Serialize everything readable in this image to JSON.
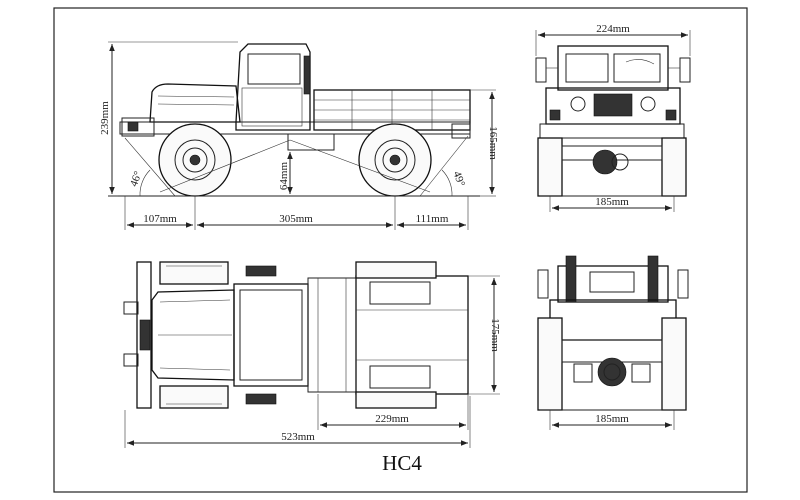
{
  "title": "HC4",
  "dimensions": {
    "top_width": "224mm",
    "overall_height": "239mm",
    "bed_height": "165mm",
    "approach_angle": "46°",
    "departure_angle": "49°",
    "ground_clearance": "64mm",
    "front_overhang": "107mm",
    "wheelbase": "305mm",
    "rear_overhang": "111mm",
    "front_track": "185mm",
    "body_width": "175mm",
    "bed_length": "229mm",
    "overall_length": "523mm",
    "rear_track": "185mm"
  },
  "colors": {
    "line": "#222222",
    "background": "#ffffff"
  }
}
